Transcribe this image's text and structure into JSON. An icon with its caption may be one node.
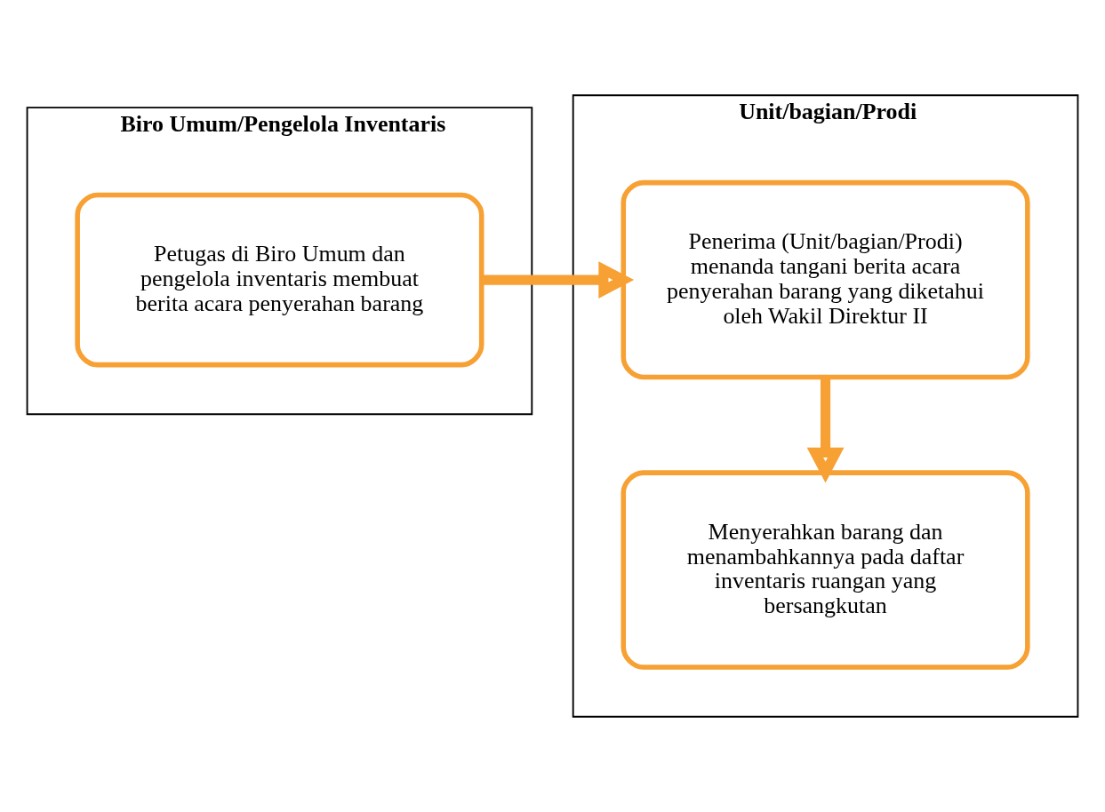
{
  "diagram": {
    "nodes": [
      {
        "text": [
          "Biro Umum/Pengelola Inventaris"
        ]
      },
      {
        "text": [
          "Unit/bagian/Prodi"
        ]
      },
      {
        "text": [
          "Petugas di Biro Umum dan pengelola inventaris membuat berita acara penyerahan barang"
        ],
        "in": 0
      },
      {
        "text": [
          "Penerima (Unit/bagian/Prodi) menanda tangani berita acara penyerahan barang yang diketahui oleh Wakil Direktur II"
        ],
        "in": 1
      },
      {
        "text": [
          "Menyerahkan barang dan menambahkannya pada daftar inventaris ruangan yang bersangkutan"
        ],
        "in": 1
      }
    ],
    "edges": [
      {
        "from": 2,
        "to": 3,
        "arrow": "to"
      },
      {
        "from": 3,
        "to": 4,
        "arrow": "to"
      }
    ]
  }
}
